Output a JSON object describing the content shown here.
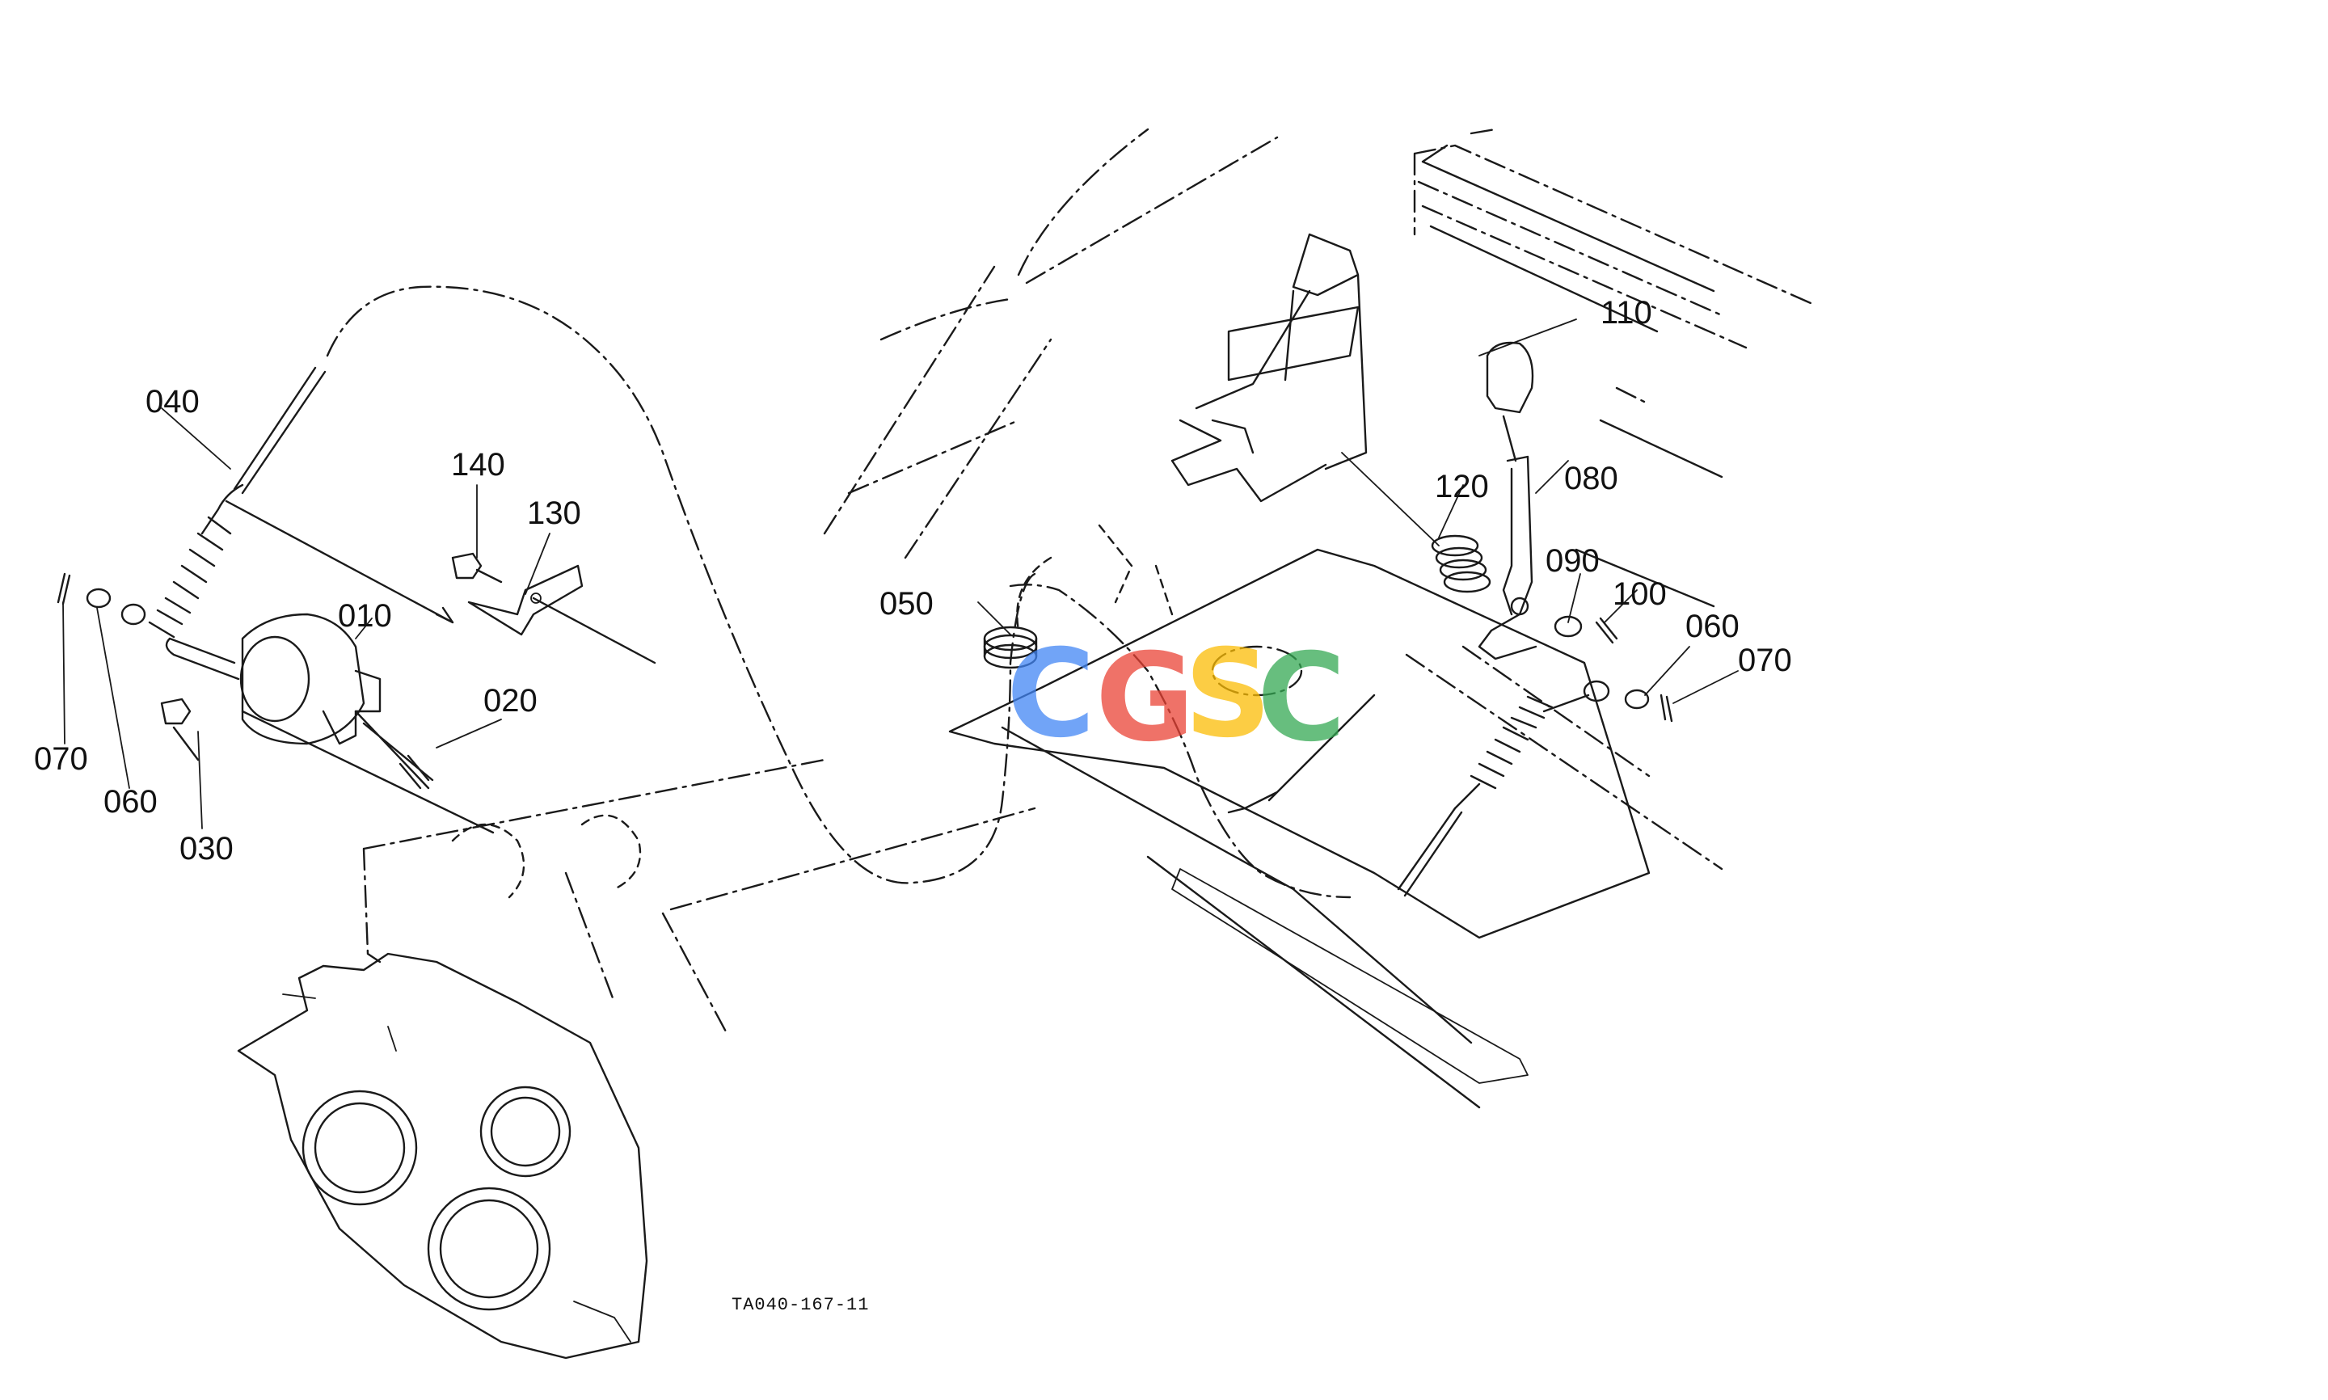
{
  "drawing_code": "TA040-167-11",
  "watermark": {
    "letters": [
      {
        "char": "C",
        "color": "#4285F4"
      },
      {
        "char": "G",
        "color": "#EA4335"
      },
      {
        "char": "S",
        "color": "#FBBC05"
      },
      {
        "char": "C",
        "color": "#34A853"
      }
    ]
  },
  "part_labels": {
    "p010": "010",
    "p020": "020",
    "p030": "030",
    "p040": "040",
    "p050": "050",
    "p060_left": "060",
    "p070_left": "070",
    "p130": "130",
    "p140": "140",
    "p110": "110",
    "p120": "120",
    "p080": "080",
    "p090": "090",
    "p100": "100",
    "p060_right": "060",
    "p070_right": "070"
  }
}
